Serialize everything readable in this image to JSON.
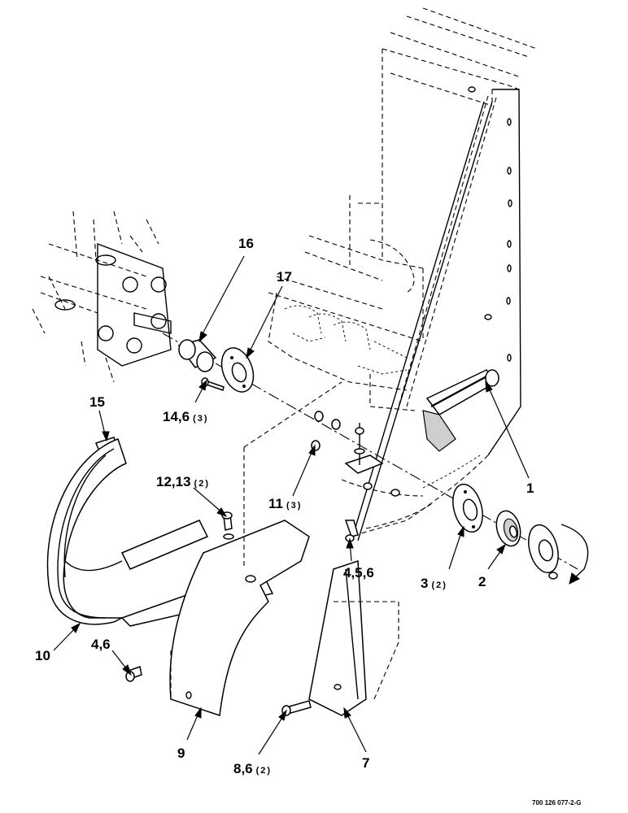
{
  "callouts": [
    {
      "num": "16",
      "qty": ""
    },
    {
      "num": "17",
      "qty": ""
    },
    {
      "num": "15",
      "qty": ""
    },
    {
      "num": "14,6",
      "qty": "(3)"
    },
    {
      "num": "12,13",
      "qty": "(2)"
    },
    {
      "num": "11",
      "qty": "(3)"
    },
    {
      "num": "1",
      "qty": ""
    },
    {
      "num": "4,5,6",
      "qty": ""
    },
    {
      "num": "3",
      "qty": "(2)"
    },
    {
      "num": "2",
      "qty": ""
    },
    {
      "num": "10",
      "qty": ""
    },
    {
      "num": "4,6",
      "qty": ""
    },
    {
      "num": "9",
      "qty": ""
    },
    {
      "num": "8,6",
      "qty": "(2)"
    },
    {
      "num": "7",
      "qty": ""
    }
  ],
  "drawing_number": "700 126 077-2-G"
}
